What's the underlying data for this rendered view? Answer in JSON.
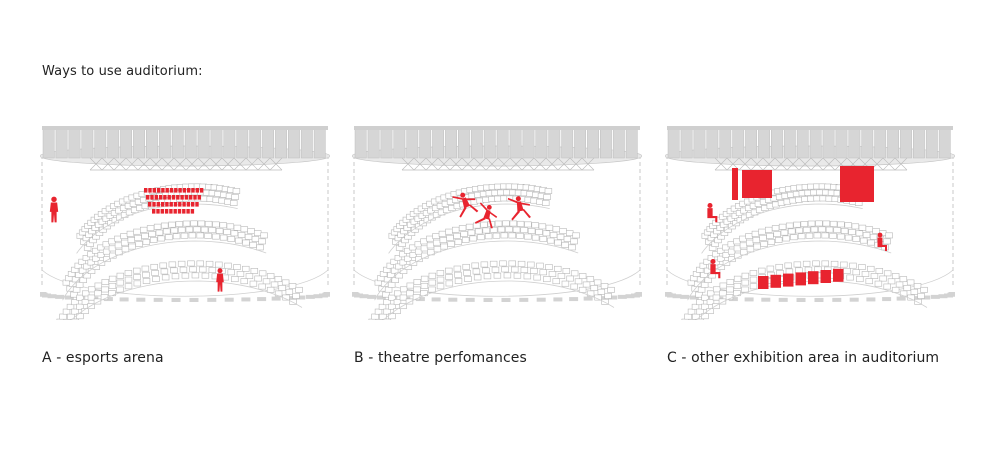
{
  "page": {
    "title": "Ways to use auditorium:"
  },
  "panels": [
    {
      "caption": "A - esports arena",
      "mode": "esports",
      "accent": "#e8242f"
    },
    {
      "caption": "B - theatre perfomances",
      "mode": "theatre",
      "accent": "#e8242f"
    },
    {
      "caption": "C - other exhibition area in auditorium",
      "mode": "exhibition",
      "accent": "#e8242f"
    }
  ],
  "colors": {
    "accent": "#e8242f",
    "line": "#c9c9c9",
    "roof": "#d6d6d6",
    "text": "#222222"
  }
}
